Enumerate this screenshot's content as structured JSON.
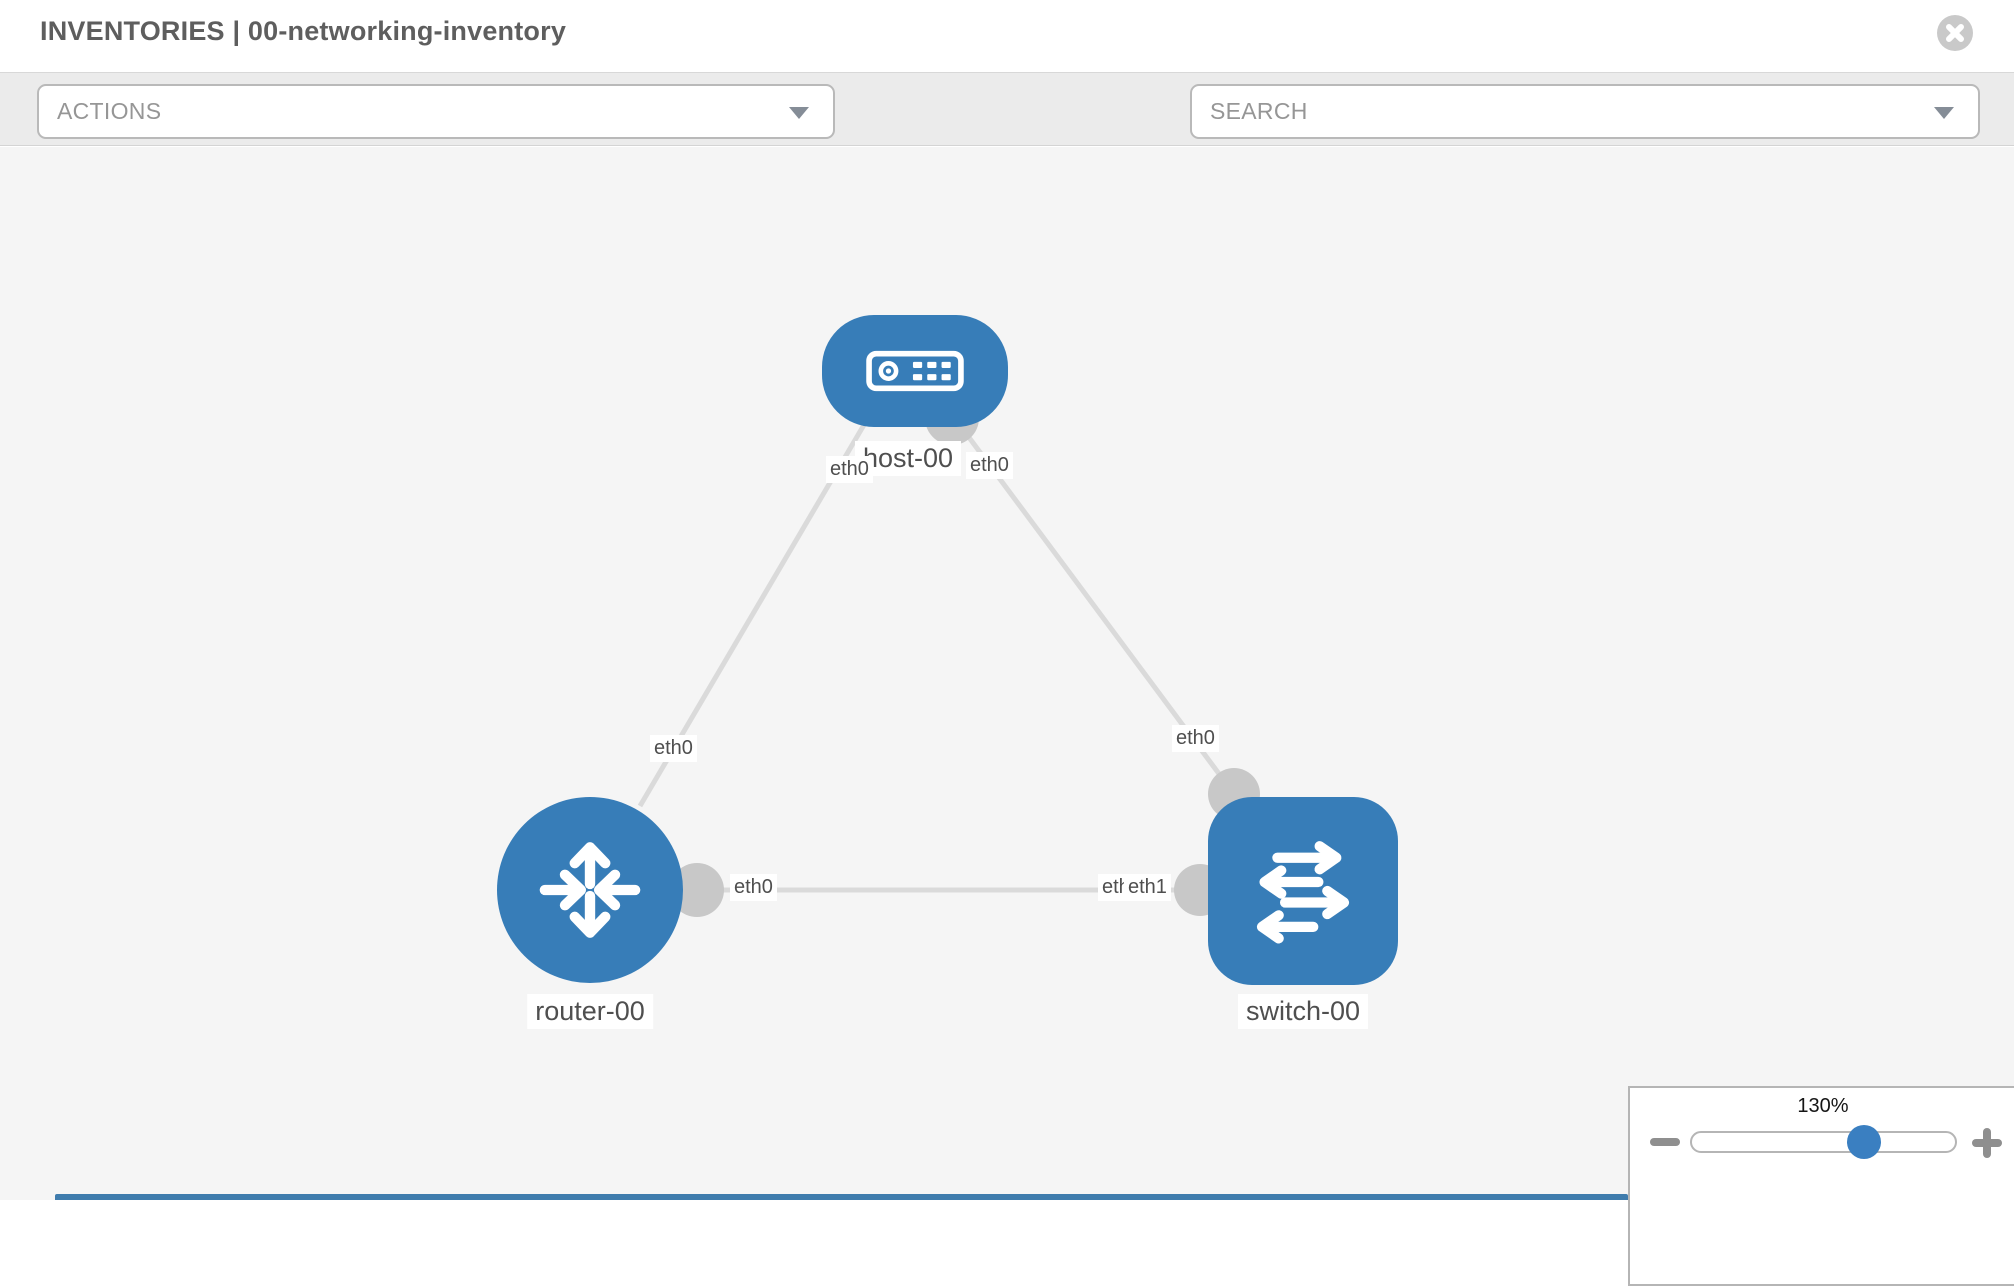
{
  "header": {
    "title": "INVENTORIES | 00-networking-inventory"
  },
  "toolbar": {
    "actions_dropdown": {
      "label": "ACTIONS"
    },
    "tools": [
      {
        "icon": "wrench-icon"
      },
      {
        "icon": "key-icon"
      }
    ],
    "search_dropdown": {
      "label": "SEARCH"
    }
  },
  "topology": {
    "nodes": [
      {
        "label": "host-00",
        "type": "host"
      },
      {
        "label": "router-00",
        "type": "router"
      },
      {
        "label": "switch-00",
        "type": "switch"
      }
    ],
    "links": [
      {
        "from": "host-00",
        "from_if": "eth0",
        "to": "router-00",
        "to_if": "eth0"
      },
      {
        "from": "host-00",
        "from_if": "eth0",
        "to": "switch-00",
        "to_if": "eth0"
      },
      {
        "from": "router-00",
        "from_if": "eth0",
        "to": "switch-00",
        "to_if": "eth1"
      }
    ],
    "port_labels": {
      "host_left": "eth0",
      "host_right": "eth0",
      "host_router_link": "eth0",
      "host_switch_link": "eth0",
      "trunk_router_side": "eth0",
      "trunk_switch_side_under": "eth0",
      "trunk_switch_side_over": "eth1"
    }
  },
  "zoom_control": {
    "value": "130%"
  },
  "colors": {
    "node_blue": "#377db8",
    "link_gray": "#dadada",
    "interface_gray": "#c8c8c8",
    "canvas_bg": "#f5f5f5",
    "toolbar_bg": "#ebebeb",
    "thumb_blue": "#3a7fc1"
  }
}
